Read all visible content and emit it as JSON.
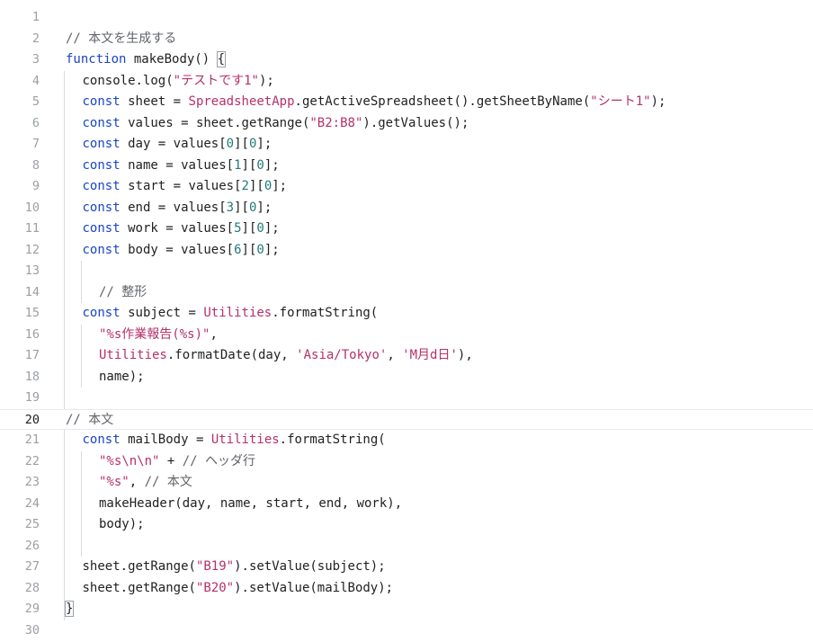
{
  "editor": {
    "active_line": 20,
    "lines": [
      {
        "n": "1",
        "indent": 0,
        "tokens": []
      },
      {
        "n": "2",
        "indent": 0,
        "tokens": [
          {
            "t": "// 本文を生成する",
            "c": "cmt"
          }
        ]
      },
      {
        "n": "3",
        "indent": 0,
        "tokens": [
          {
            "t": "function",
            "c": "kw"
          },
          {
            "t": " makeBody() "
          },
          {
            "t": "{",
            "c": "bracket"
          }
        ]
      },
      {
        "n": "4",
        "indent": 1,
        "tokens": [
          {
            "t": "console.log("
          },
          {
            "t": "\"テストです1\"",
            "c": "str"
          },
          {
            "t": ");"
          }
        ]
      },
      {
        "n": "5",
        "indent": 1,
        "tokens": [
          {
            "t": "const",
            "c": "kw"
          },
          {
            "t": " sheet = "
          },
          {
            "t": "SpreadsheetApp",
            "c": "cls"
          },
          {
            "t": ".getActiveSpreadsheet().getSheetByName("
          },
          {
            "t": "\"シート1\"",
            "c": "str"
          },
          {
            "t": ");"
          }
        ]
      },
      {
        "n": "6",
        "indent": 1,
        "tokens": [
          {
            "t": "const",
            "c": "kw"
          },
          {
            "t": " values = sheet.getRange("
          },
          {
            "t": "\"B2:B8\"",
            "c": "str"
          },
          {
            "t": ").getValues();"
          }
        ]
      },
      {
        "n": "7",
        "indent": 1,
        "tokens": [
          {
            "t": "const",
            "c": "kw"
          },
          {
            "t": " day = values["
          },
          {
            "t": "0",
            "c": "num"
          },
          {
            "t": "]["
          },
          {
            "t": "0",
            "c": "num"
          },
          {
            "t": "];"
          }
        ]
      },
      {
        "n": "8",
        "indent": 1,
        "tokens": [
          {
            "t": "const",
            "c": "kw"
          },
          {
            "t": " name = values["
          },
          {
            "t": "1",
            "c": "num"
          },
          {
            "t": "]["
          },
          {
            "t": "0",
            "c": "num"
          },
          {
            "t": "];"
          }
        ]
      },
      {
        "n": "9",
        "indent": 1,
        "tokens": [
          {
            "t": "const",
            "c": "kw"
          },
          {
            "t": " start = values["
          },
          {
            "t": "2",
            "c": "num"
          },
          {
            "t": "]["
          },
          {
            "t": "0",
            "c": "num"
          },
          {
            "t": "];"
          }
        ]
      },
      {
        "n": "10",
        "indent": 1,
        "tokens": [
          {
            "t": "const",
            "c": "kw"
          },
          {
            "t": " end = values["
          },
          {
            "t": "3",
            "c": "num"
          },
          {
            "t": "]["
          },
          {
            "t": "0",
            "c": "num"
          },
          {
            "t": "];"
          }
        ]
      },
      {
        "n": "11",
        "indent": 1,
        "tokens": [
          {
            "t": "const",
            "c": "kw"
          },
          {
            "t": " work = values["
          },
          {
            "t": "5",
            "c": "num"
          },
          {
            "t": "]["
          },
          {
            "t": "0",
            "c": "num"
          },
          {
            "t": "];"
          }
        ]
      },
      {
        "n": "12",
        "indent": 1,
        "tokens": [
          {
            "t": "const",
            "c": "kw"
          },
          {
            "t": " body = values["
          },
          {
            "t": "6",
            "c": "num"
          },
          {
            "t": "]["
          },
          {
            "t": "0",
            "c": "num"
          },
          {
            "t": "];"
          }
        ]
      },
      {
        "n": "13",
        "indent": 1,
        "tokens": []
      },
      {
        "n": "14",
        "indent": 2,
        "tokens": [
          {
            "t": "// 整形",
            "c": "cmt"
          }
        ]
      },
      {
        "n": "15",
        "indent": 1,
        "tokens": [
          {
            "t": "const",
            "c": "kw"
          },
          {
            "t": " subject = "
          },
          {
            "t": "Utilities",
            "c": "cls"
          },
          {
            "t": ".formatString("
          }
        ]
      },
      {
        "n": "16",
        "indent": 2,
        "tokens": [
          {
            "t": "\"%s作業報告(%s)\"",
            "c": "str"
          },
          {
            "t": ","
          }
        ]
      },
      {
        "n": "17",
        "indent": 2,
        "tokens": [
          {
            "t": "Utilities",
            "c": "cls"
          },
          {
            "t": ".formatDate(day, "
          },
          {
            "t": "'Asia/Tokyo'",
            "c": "str"
          },
          {
            "t": ", "
          },
          {
            "t": "'M月d日'",
            "c": "str"
          },
          {
            "t": "),"
          }
        ]
      },
      {
        "n": "18",
        "indent": 2,
        "tokens": [
          {
            "t": "name);"
          }
        ]
      },
      {
        "n": "19",
        "indent": 1,
        "tokens": []
      },
      {
        "n": "20",
        "indent": 0,
        "tokens": [
          {
            "t": "// 本文",
            "c": "cmt"
          }
        ]
      },
      {
        "n": "21",
        "indent": 1,
        "tokens": [
          {
            "t": "const",
            "c": "kw"
          },
          {
            "t": " mailBody = "
          },
          {
            "t": "Utilities",
            "c": "cls"
          },
          {
            "t": ".formatString("
          }
        ]
      },
      {
        "n": "22",
        "indent": 2,
        "tokens": [
          {
            "t": "\"%s\\n\\n\"",
            "c": "str"
          },
          {
            "t": " + "
          },
          {
            "t": "// ヘッダ行",
            "c": "cmt"
          }
        ]
      },
      {
        "n": "23",
        "indent": 2,
        "tokens": [
          {
            "t": "\"%s\"",
            "c": "str"
          },
          {
            "t": ", "
          },
          {
            "t": "// 本文",
            "c": "cmt"
          }
        ]
      },
      {
        "n": "24",
        "indent": 2,
        "tokens": [
          {
            "t": "makeHeader(day, name, start, end, work),"
          }
        ]
      },
      {
        "n": "25",
        "indent": 2,
        "tokens": [
          {
            "t": "body);"
          }
        ]
      },
      {
        "n": "26",
        "indent": 1,
        "tokens": []
      },
      {
        "n": "27",
        "indent": 1,
        "tokens": [
          {
            "t": "sheet.getRange("
          },
          {
            "t": "\"B19\"",
            "c": "str"
          },
          {
            "t": ").setValue(subject);"
          }
        ]
      },
      {
        "n": "28",
        "indent": 1,
        "tokens": [
          {
            "t": "sheet.getRange("
          },
          {
            "t": "\"B20\"",
            "c": "str"
          },
          {
            "t": ").setValue(mailBody);"
          }
        ]
      },
      {
        "n": "29",
        "indent": 0,
        "tokens": [
          {
            "t": "}",
            "c": "bracket"
          }
        ]
      },
      {
        "n": "30",
        "indent": 0,
        "tokens": []
      }
    ]
  }
}
